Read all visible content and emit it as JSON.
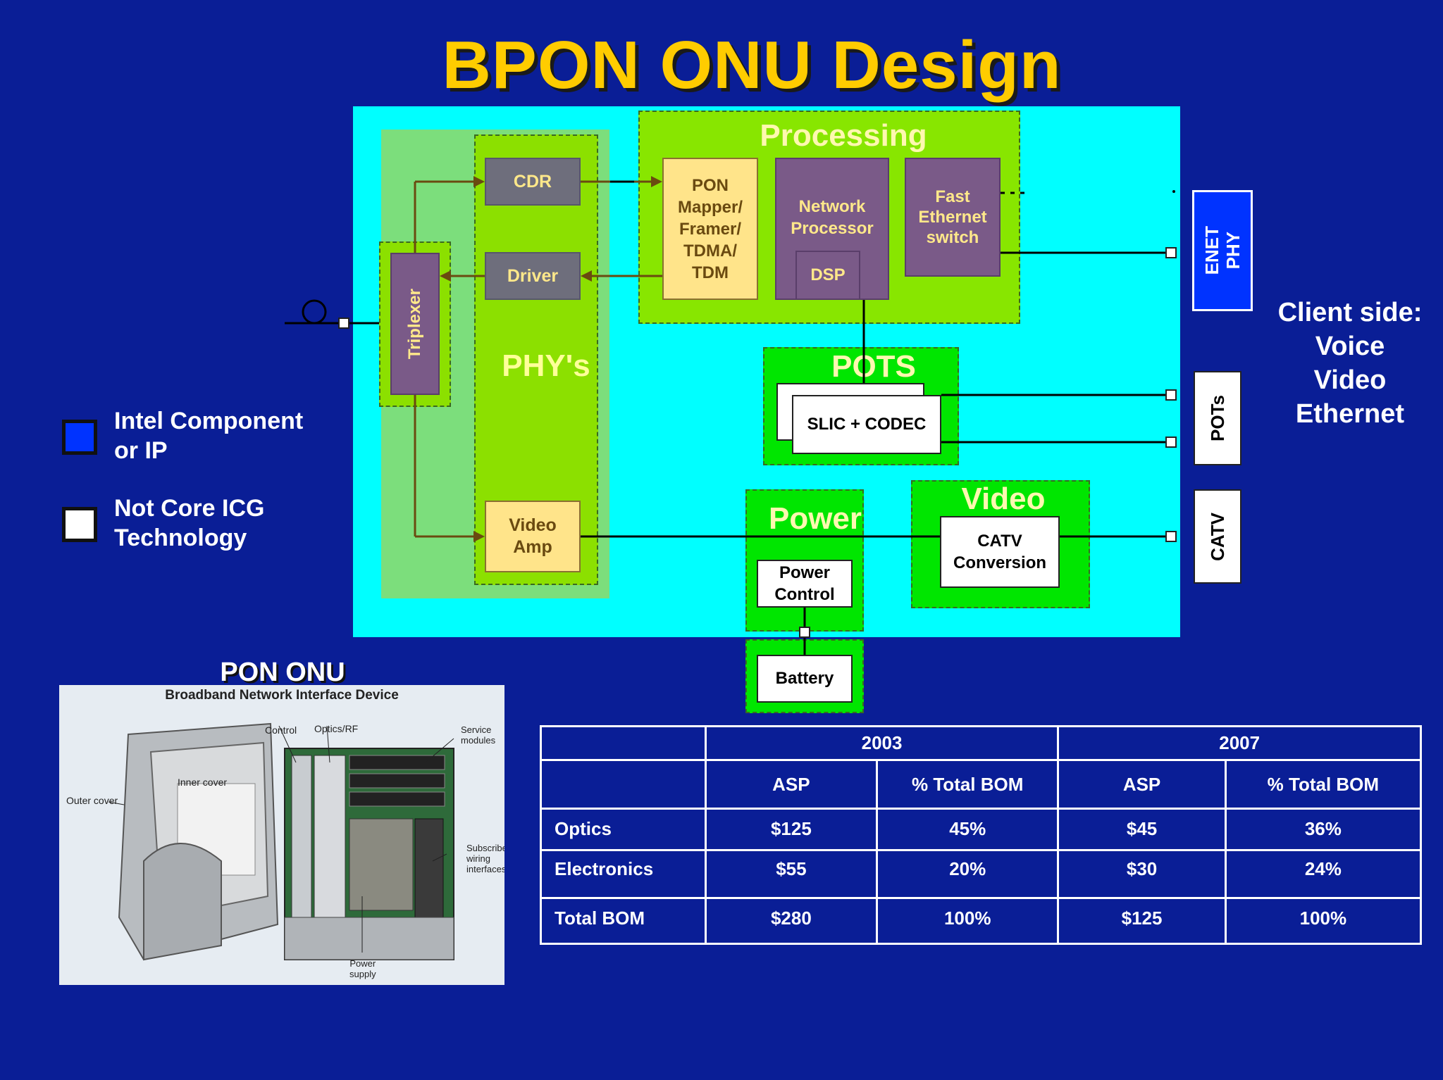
{
  "title": "BPON ONU Design",
  "diagram": {
    "processing": {
      "title": "Processing",
      "pon_mapper": "PON\nMapper/\nFramer/\nTDMA/\nTDM",
      "network_processor": "Network\nProcessor",
      "dsp": "DSP",
      "fast_ethernet": "Fast\nEthernet\nswitch"
    },
    "phys": {
      "title": "PHY's",
      "cdr": "CDR",
      "driver": "Driver",
      "video_amp": "Video\nAmp",
      "triplexer": "Triplexer"
    },
    "pots": {
      "title": "POTS",
      "slic_codec": "SLIC + CODEC"
    },
    "power": {
      "title": "Power",
      "power_control": "Power\nControl",
      "battery": "Battery"
    },
    "video": {
      "title": "Video",
      "catv_conversion": "CATV\nConversion"
    },
    "ports": {
      "enet_phy": "ENET\nPHY",
      "pots": "POTs",
      "catv": "CATV"
    }
  },
  "client_side": "Client side:\nVoice\nVideo\nEthernet",
  "legend": {
    "intel": "Intel Component\nor IP",
    "not_core": "Not Core ICG\nTechnology"
  },
  "photo": {
    "heading": "PON ONU",
    "subtitle": "Broadband Network Interface Device",
    "labels": {
      "control": "Control",
      "optics": "Optics/RF",
      "service": "Service\nmodules",
      "inner": "Inner cover",
      "outer": "Outer cover",
      "subscriber": "Subscriber\nwiring\ninterfaces",
      "power": "Power\nsupply"
    }
  },
  "table": {
    "years": [
      "2003",
      "2007"
    ],
    "subheaders": [
      "ASP",
      "% Total BOM",
      "ASP",
      "% Total BOM"
    ],
    "rows": [
      {
        "label": "Optics",
        "cells": [
          "$125",
          "45%",
          "$45",
          "36%"
        ]
      },
      {
        "label": "Electronics",
        "cells": [
          "$55",
          "20%",
          "$30",
          "24%"
        ]
      },
      {
        "label": "Total BOM",
        "cells": [
          "$280",
          "100%",
          "$125",
          "100%"
        ]
      }
    ]
  },
  "colors": {
    "background": "#0a1e96",
    "title": "#ffcc00",
    "board": "#00ffff",
    "intel_blue": "#0033ff"
  }
}
